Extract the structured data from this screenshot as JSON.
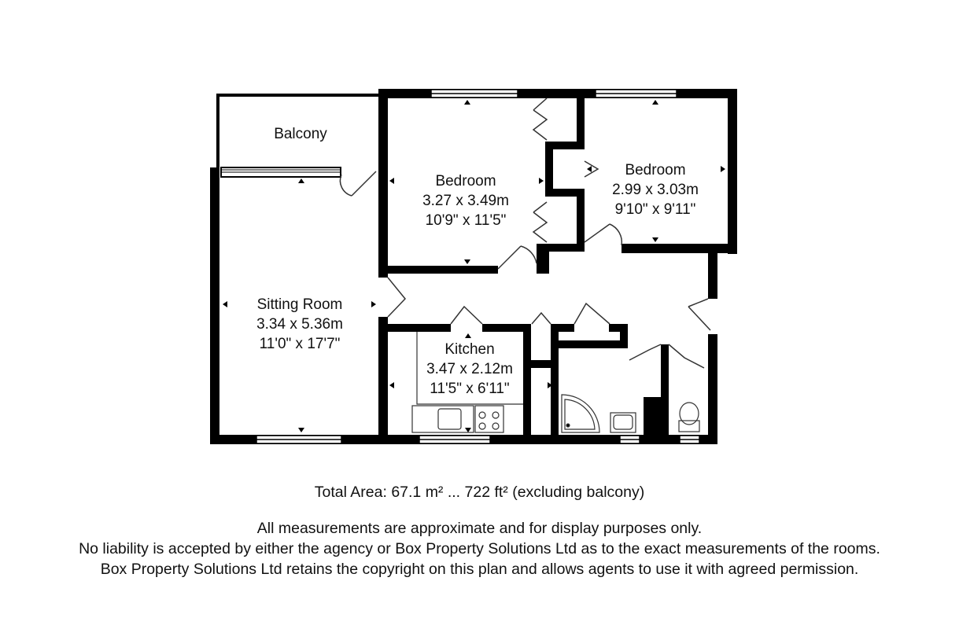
{
  "rooms": {
    "balcony": {
      "name": "Balcony"
    },
    "bedroom1": {
      "name": "Bedroom",
      "metric": "3.27 x 3.49m",
      "imperial": "10'9\" x 11'5\""
    },
    "bedroom2": {
      "name": "Bedroom",
      "metric": "2.99 x 3.03m",
      "imperial": "9'10\" x 9'11\""
    },
    "sitting": {
      "name": "Sitting Room",
      "metric": "3.34 x 5.36m",
      "imperial": "11'0\" x 17'7\""
    },
    "kitchen": {
      "name": "Kitchen",
      "metric": "3.47 x 2.12m",
      "imperial": "11'5\" x 6'11\""
    }
  },
  "total_area": "Total Area: 67.1 m² ... 722 ft² (excluding balcony)",
  "disclaimer": [
    "All measurements are approximate and for display purposes only.",
    "No liability is accepted by either the agency or Box Property Solutions Ltd as to the exact measurements of the rooms.",
    "Box Property Solutions Ltd retains the copyright on this plan and allows agents to use it with agreed permission."
  ],
  "colors": {
    "wall": "#000000",
    "background": "#ffffff",
    "line": "#333333"
  }
}
